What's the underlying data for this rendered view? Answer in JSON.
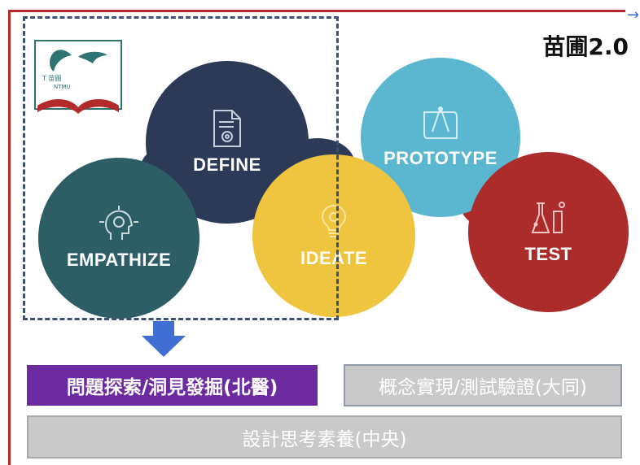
{
  "header": {
    "title": "苗圃2.0"
  },
  "logo": {
    "name": "苗圃 logo",
    "text_main": "T 苗圃",
    "text_small": "NTMU"
  },
  "stages": {
    "empathize": "EMPATHIZE",
    "define": "DEFINE",
    "ideate": "IDEATE",
    "prototype": "PROTOTYPE",
    "test": "TEST"
  },
  "icons": {
    "empathize": "head-gears-icon",
    "define": "document-gear-icon",
    "ideate": "lightbulb-icon",
    "prototype": "blueprint-compass-icon",
    "test": "flask-icon"
  },
  "bars": {
    "discovery": "問題探索/洞見發掘(北醫)",
    "concept": "概念實現/測試驗證(大同)",
    "literacy": "設計思考素養(中央)"
  },
  "colors": {
    "empathize": "#2d5e66",
    "define": "#2c3a58",
    "ideate": "#efc43e",
    "prototype": "#5ab7cf",
    "test": "#ab2c2a",
    "highlight_bar": "#6c2aa0",
    "grey_bar": "#c9c9c9",
    "frame": "#b32a2a",
    "dashed_box": "#3d5070",
    "arrow": "#3f6fd2"
  }
}
